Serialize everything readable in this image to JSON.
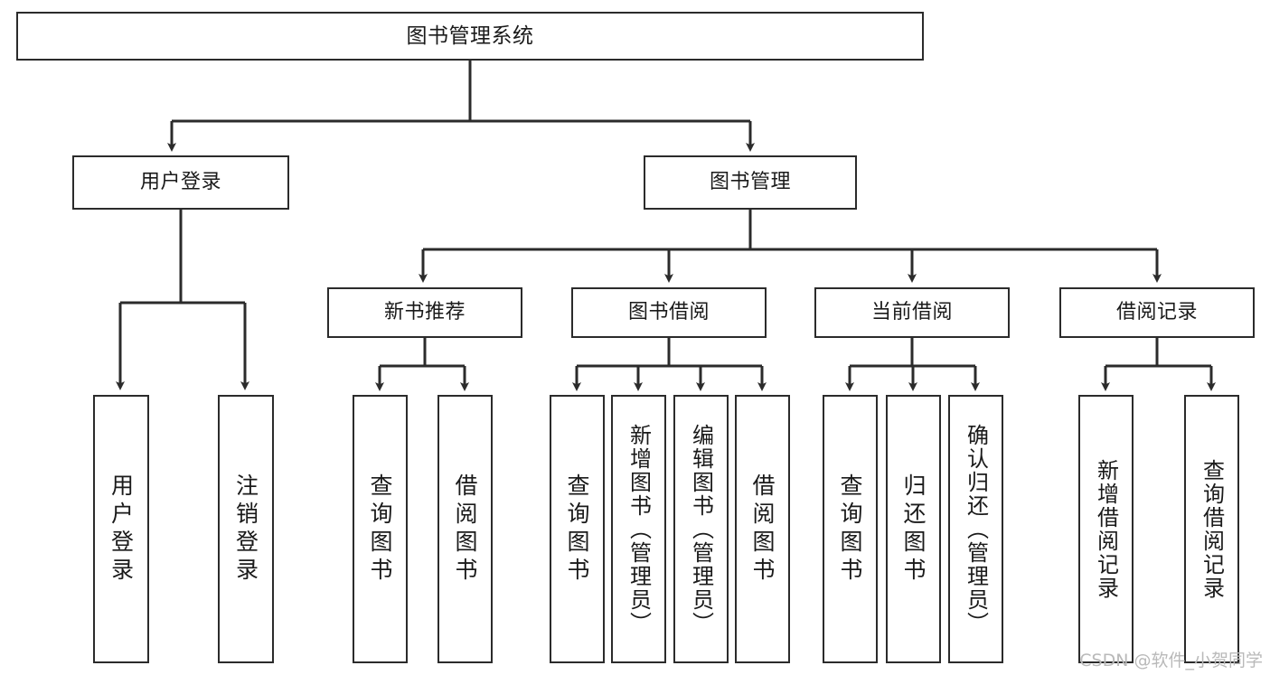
{
  "diagram": {
    "type": "tree",
    "title": "图书管理系统",
    "watermark": "CSDN @软件_小贺同学",
    "colors": {
      "stroke": "#2b2b2b",
      "fill": "#ffffff",
      "text": "#1a1a1a",
      "watermark": "#b9b9b9"
    },
    "nodes": {
      "root": {
        "label": "图书管理系统",
        "level": 0
      },
      "level1": [
        {
          "label": "用户登录",
          "level": 1
        },
        {
          "label": "图书管理",
          "level": 1
        }
      ],
      "level2": [
        {
          "label": "新书推荐",
          "level": 2
        },
        {
          "label": "图书借阅",
          "level": 2
        },
        {
          "label": "当前借阅",
          "level": 2
        },
        {
          "label": "借阅记录",
          "level": 2
        }
      ],
      "leaves": [
        {
          "label": "用户登录",
          "parent": "用户登录"
        },
        {
          "label": "注销登录",
          "parent": "用户登录"
        },
        {
          "label": "查询图书",
          "parent": "新书推荐"
        },
        {
          "label": "借阅图书",
          "parent": "新书推荐"
        },
        {
          "label": "查询图书",
          "parent": "图书借阅"
        },
        {
          "label": "新增图书（管理员）",
          "parent": "图书借阅"
        },
        {
          "label": "编辑图书（管理员）",
          "parent": "图书借阅"
        },
        {
          "label": "借阅图书",
          "parent": "图书借阅"
        },
        {
          "label": "查询图书",
          "parent": "当前借阅"
        },
        {
          "label": "归还图书",
          "parent": "当前借阅"
        },
        {
          "label": "确认归还（管理员）",
          "parent": "当前借阅"
        },
        {
          "label": "新增借阅记录",
          "parent": "借阅记录"
        },
        {
          "label": "查询借阅记录",
          "parent": "借阅记录"
        }
      ]
    }
  }
}
